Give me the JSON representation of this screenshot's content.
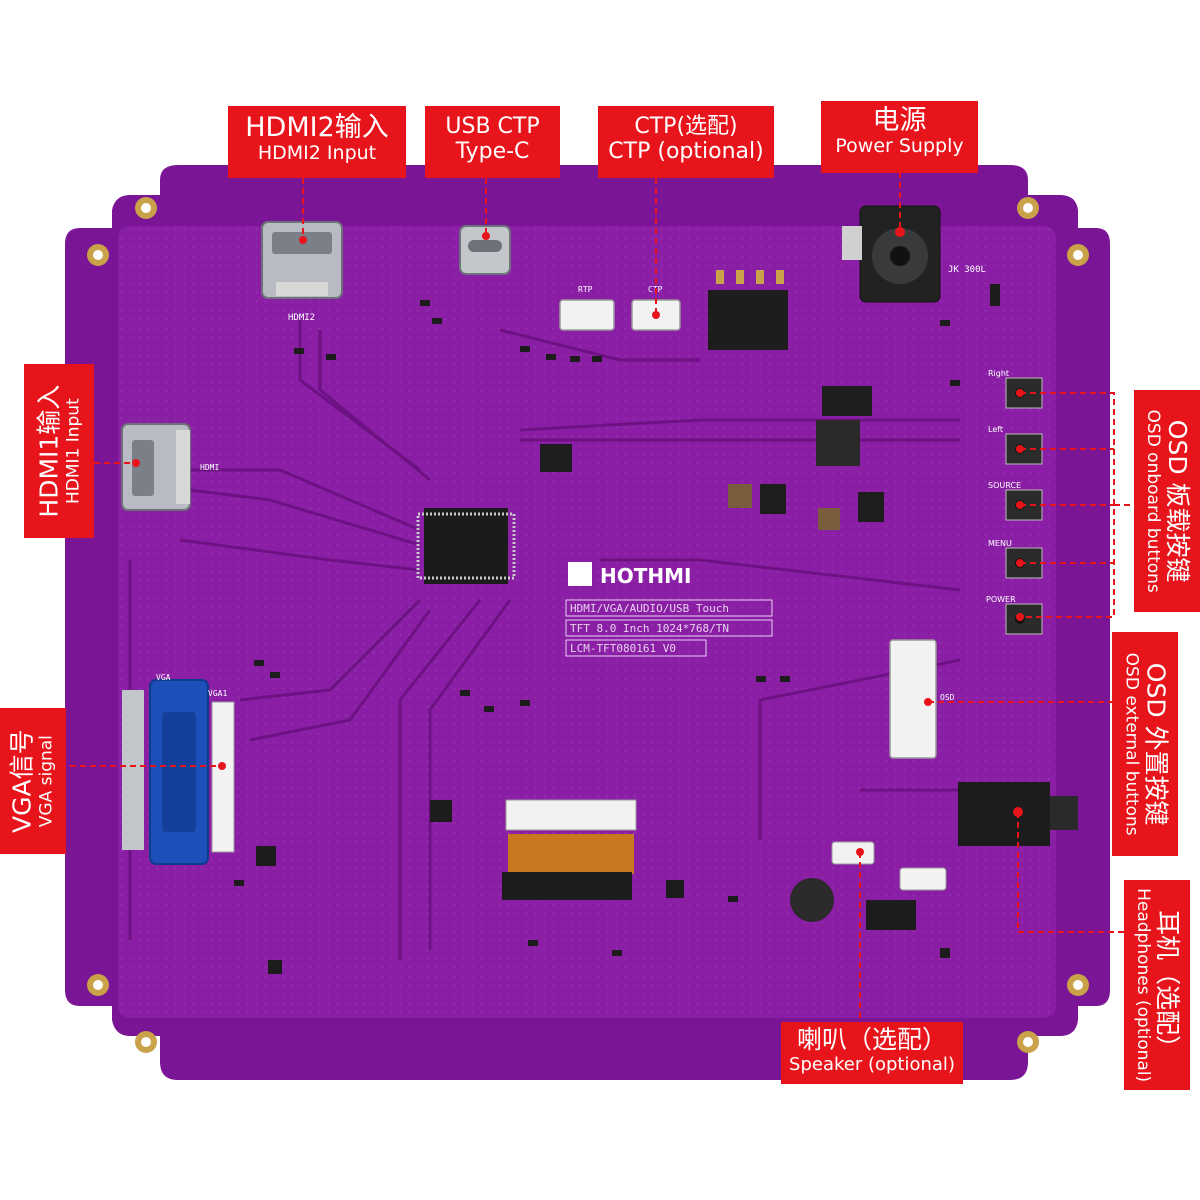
{
  "board": {
    "brand": "HOTHMI",
    "silkscreen_lines": [
      "HDMI/VGA/AUDIO/USB Touch",
      "TFT 8.0 Inch 1024*768/TN",
      "LCM-TFT080161 V0"
    ],
    "connector_labels": {
      "rtp": "RTP",
      "ctp": "CTP",
      "osd": "OSD",
      "vga": "VGA",
      "vga1": "VGA1",
      "hdmi2": "HDMI2",
      "hdmi1": "HDMI"
    },
    "button_labels": [
      "Right",
      "Left",
      "SOURCE",
      "MENU",
      "POWER"
    ],
    "jack_label": "JK\n300L"
  },
  "callouts": {
    "hdmi2": {
      "zh": "HDMI2输入",
      "en": "HDMI2 Input"
    },
    "usb_ctp": {
      "zh": "USB CTP",
      "en": "Type-C"
    },
    "ctp": {
      "zh": "CTP(选配)",
      "en": "CTP (optional)"
    },
    "power": {
      "zh": "电源",
      "en": "Power Supply"
    },
    "hdmi1": {
      "zh": "HDMI1输入",
      "en": "HDMI1 Input"
    },
    "vga": {
      "zh": "VGA信号",
      "en": "VGA signal"
    },
    "osd_onboard": {
      "zh": "OSD 板载按键",
      "en": "OSD onboard buttons"
    },
    "osd_external": {
      "zh": "OSD 外置按键",
      "en": "OSD external buttons"
    },
    "headphones": {
      "zh": "耳机（选配）",
      "en": "Headphones (optional)"
    },
    "speaker": {
      "zh": "喇叭（选配）",
      "en": "Speaker (optional)"
    }
  },
  "colors": {
    "callout_red": "#e8141b",
    "pcb_purple": "#8a1fa6",
    "pcb_edge": "#7a1595",
    "gold": "#c9a24a"
  }
}
